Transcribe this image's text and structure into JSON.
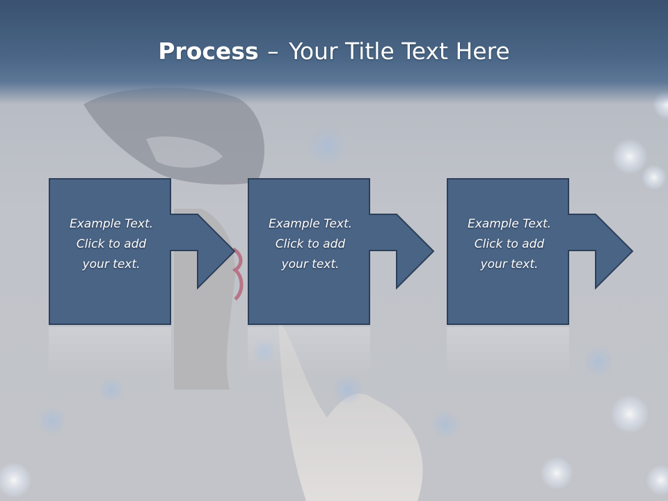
{
  "title": {
    "bold": "Process",
    "dash": "–",
    "rest": "Your Title Text Here"
  },
  "steps": [
    {
      "line1": "Example Text.",
      "line2": "Click  to add",
      "line3": "your text."
    },
    {
      "line1": "Example Text.",
      "line2": "Click  to add",
      "line3": "your text."
    },
    {
      "line1": "Example Text.",
      "line2": "Click  to add",
      "line3": "your text."
    }
  ],
  "colors": {
    "box_fill": "#4a6486",
    "box_stroke": "#2c3f59",
    "title_band": "#4a6686"
  }
}
